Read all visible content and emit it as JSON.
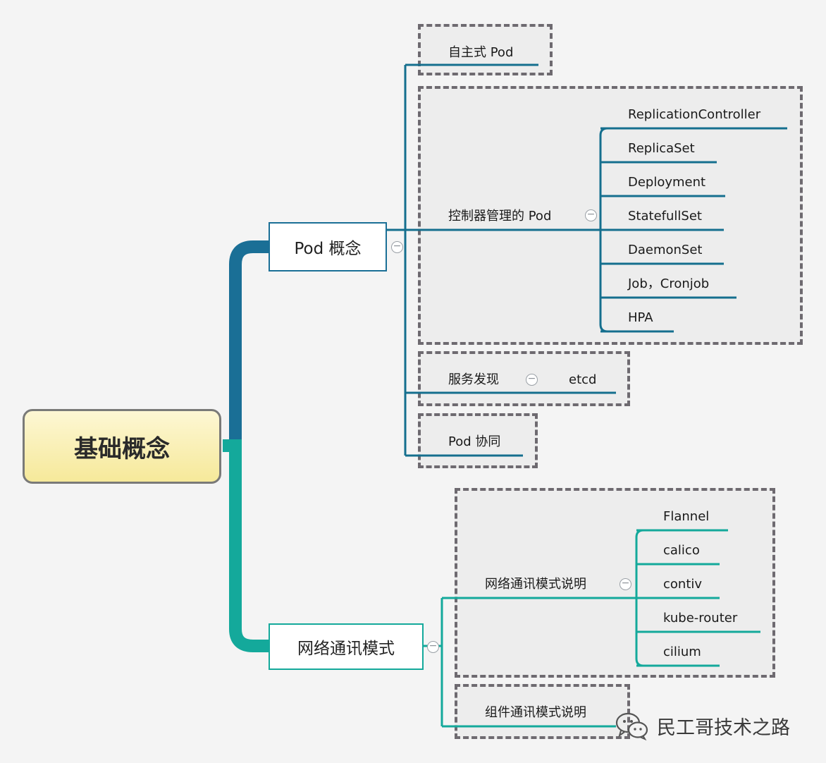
{
  "root": {
    "label": "基础概念"
  },
  "branches": {
    "pod": {
      "label": "Pod 概念",
      "self_pod": "自主式 Pod",
      "controller_pod": "控制器管理的 Pod",
      "controllers": [
        "ReplicationController",
        "ReplicaSet",
        "Deployment",
        "StatefullSet",
        "DaemonSet",
        "Job，Cronjob",
        "HPA"
      ],
      "service_discovery": "服务发现",
      "etcd": "etcd",
      "pod_collab": "Pod 协同"
    },
    "network": {
      "label": "网络通讯模式",
      "mode_desc": "网络通讯模式说明",
      "plugins": [
        "Flannel",
        "calico",
        "contiv",
        "kube-router",
        "cilium"
      ],
      "component_desc": "组件通讯模式说明"
    }
  },
  "watermark": {
    "text": "民工哥技术之路",
    "icon": "wechat-icon"
  },
  "colors": {
    "pod_branch": "#1a6f96",
    "network_branch": "#14a99b",
    "line": "#156f8e",
    "root_fill": "#f6e99a"
  }
}
